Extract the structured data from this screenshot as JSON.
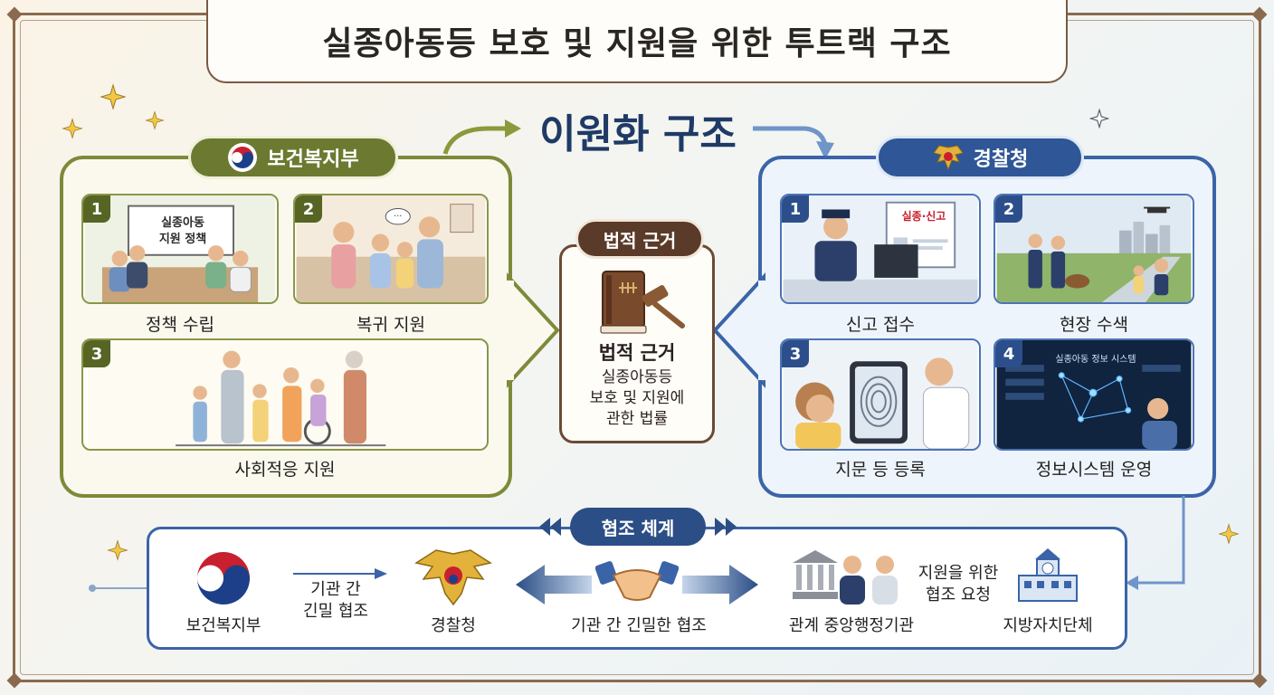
{
  "title": "실종아동등 보호 및 지원을 위한 투트랙 구조",
  "dual_structure": "이원화 구조",
  "left_panel": {
    "agency": "보건복지부",
    "cards": [
      {
        "num": "1",
        "label": "정책 수립",
        "board_text_line1": "실종아동",
        "board_text_line2": "지원 정책"
      },
      {
        "num": "2",
        "label": "복귀 지원"
      },
      {
        "num": "3",
        "label": "사회적응 지원"
      }
    ]
  },
  "right_panel": {
    "agency": "경찰청",
    "cards": [
      {
        "num": "1",
        "label": "신고 접수",
        "screen_text": "실종·신고"
      },
      {
        "num": "2",
        "label": "현장 수색"
      },
      {
        "num": "3",
        "label": "지문 등 등록"
      },
      {
        "num": "4",
        "label": "정보시스템 운영",
        "screen_text": "실종아동 정보 시스템"
      }
    ]
  },
  "legal": {
    "pill": "법적 근거",
    "title": "법적 근거",
    "body_line1": "실종아동등",
    "body_line2": "보호 및 지원에",
    "body_line3": "관한 법률"
  },
  "cooperation": {
    "pill": "협조 체계",
    "mohw": "보건복지부",
    "arrow_text_line1": "기관 간",
    "arrow_text_line2": "긴밀 협조",
    "police": "경찰청",
    "handshake_text": "기관 간 긴밀한 협조",
    "central": "관계 중앙행정기관",
    "request_line1": "지원을 위한",
    "request_line2": "협조 요청",
    "local": "지방자치단체"
  },
  "colors": {
    "olive": "#7d8a3a",
    "blue": "#3b64a8",
    "brown": "#5a3a28",
    "navy": "#1f3a66"
  }
}
